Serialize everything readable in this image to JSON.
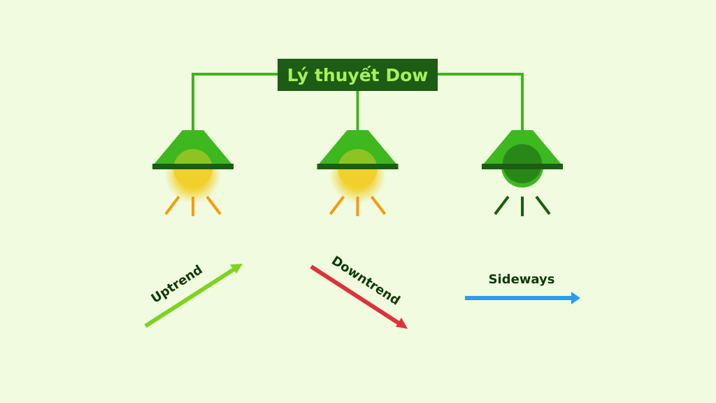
{
  "title": "Lý thuyết Dow",
  "trends": [
    {
      "label": "Uptrend",
      "color": "#7ed321"
    },
    {
      "label": "Downtrend",
      "color": "#e0303a"
    },
    {
      "label": "Sideways",
      "color": "#2c9cef"
    }
  ],
  "lamps": [
    {
      "state": "on",
      "glow_color": "#f2d02c",
      "ray_color": "#f79a0c"
    },
    {
      "state": "on",
      "glow_color": "#f2d02c",
      "ray_color": "#f79a0c"
    },
    {
      "state": "off",
      "glow_color": "#1a5e12",
      "ray_color": "#1a5e12"
    }
  ],
  "colors": {
    "background": "#f0fbdf",
    "wire": "#43b31c",
    "shade": "#3db81f",
    "shade_band": "#1a5e12",
    "title_box": "#1c5c14",
    "title_text": "#a8f05a",
    "label_text": "#0e3a0a"
  }
}
